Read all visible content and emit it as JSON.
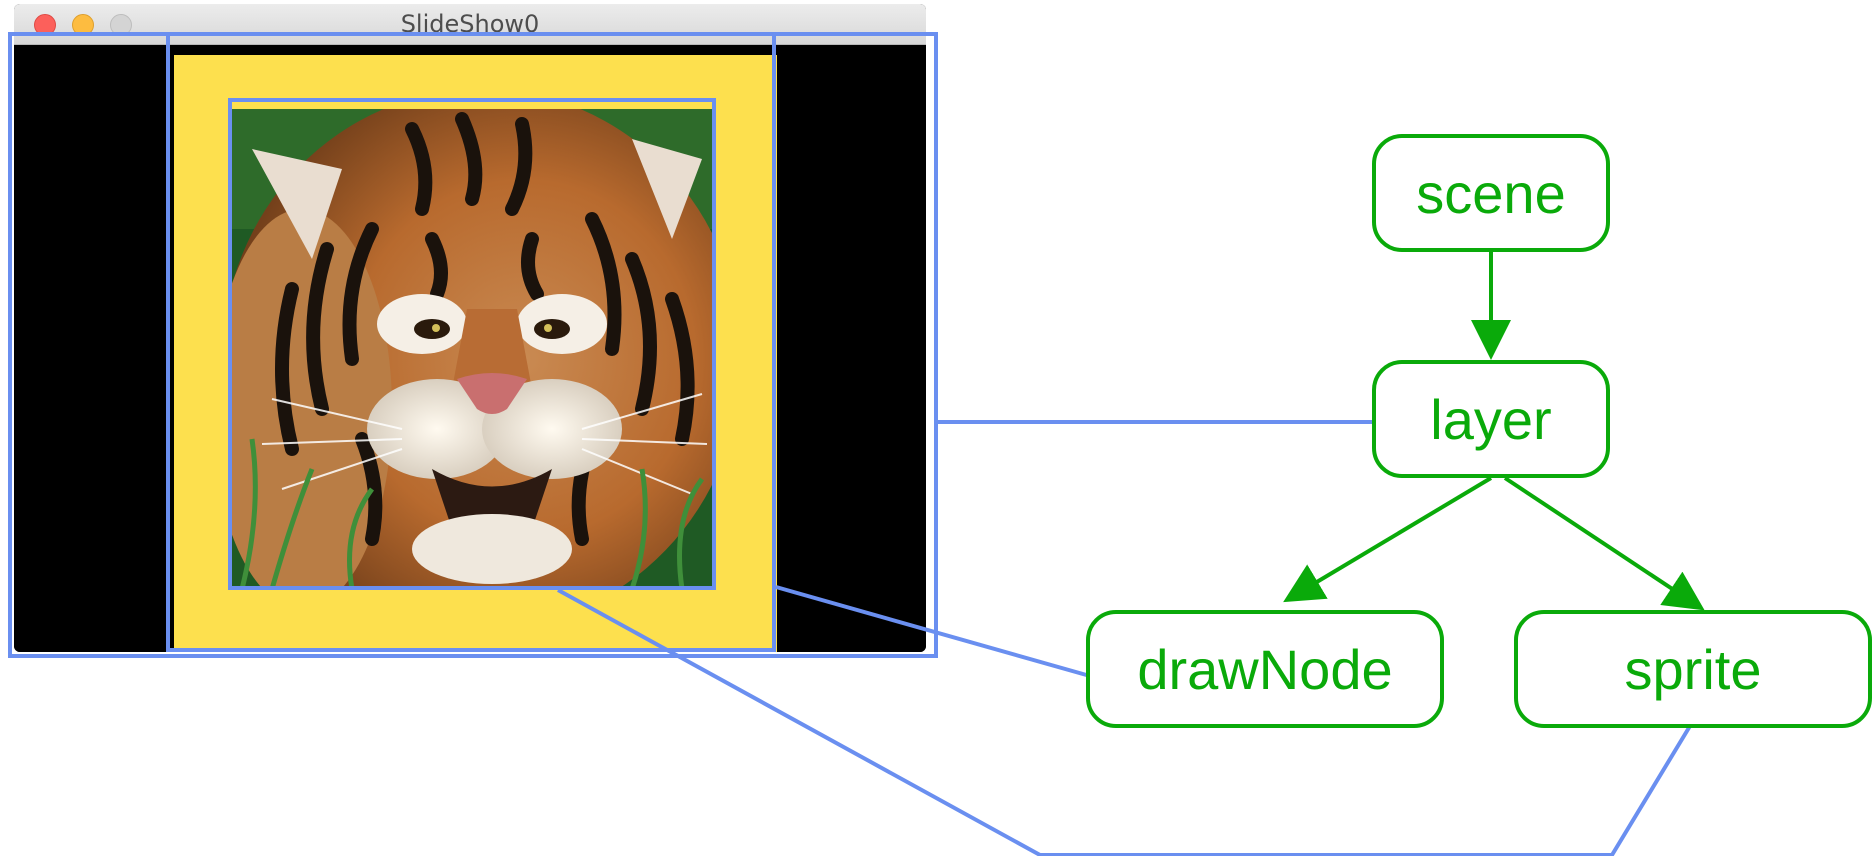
{
  "window": {
    "title": "SlideShow0"
  },
  "diagram": {
    "nodes": {
      "scene": "scene",
      "layer": "layer",
      "drawNode": "drawNode",
      "sprite": "sprite"
    },
    "edges": [
      [
        "scene",
        "layer"
      ],
      [
        "layer",
        "drawNode"
      ],
      [
        "layer",
        "sprite"
      ]
    ]
  },
  "colors": {
    "node": "#0aaa0a",
    "outline": "#6a8ff0",
    "yellow_rect": "#fde04e",
    "window_background": "#000000"
  },
  "photo": {
    "subject": "tiger"
  }
}
